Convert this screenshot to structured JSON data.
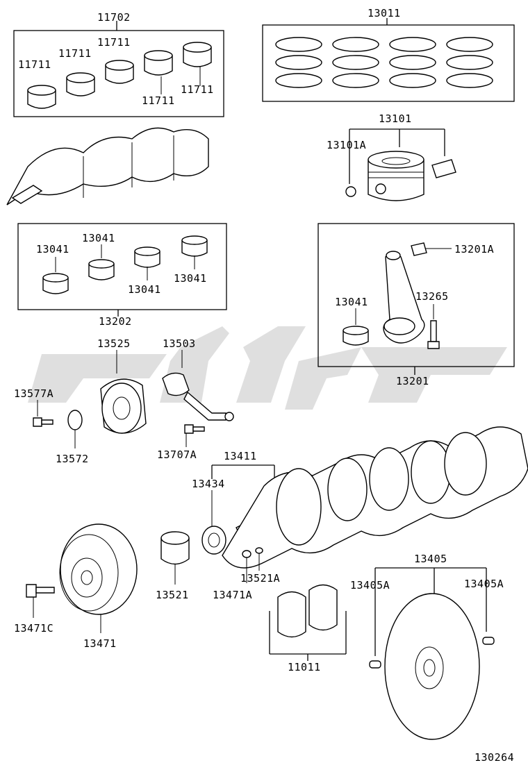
{
  "diagram_number": "130264",
  "labels": {
    "main_bearing_set": "11702",
    "main_bearing_1": "11711",
    "main_bearing_2": "11711",
    "main_bearing_3": "11711",
    "main_bearing_4": "11711",
    "main_bearing_5": "11711",
    "piston_ring_set": "13011",
    "piston_sub_assy": "13101",
    "piston_snap_ring": "13101A",
    "rod_bearing_1": "13041",
    "rod_bearing_2": "13041",
    "rod_bearing_3": "13041",
    "rod_bearing_4": "13041",
    "rod_bearing_set": "13202",
    "rod_bushing": "13201A",
    "rod_bearing_5": "13041",
    "rod_bolt": "13265",
    "connecting_rod": "13201",
    "balance_gear": "13525",
    "oil_nozzle": "13503",
    "bolt_13577a": "13577A",
    "plate_13572": "13572",
    "bolt_13707a": "13707A",
    "crankshaft": "13411",
    "gear_13434": "13434",
    "key_13521a": "13521A",
    "key_13471a": "13471A",
    "crank_gear": "13521",
    "bolt_13471c": "13471C",
    "crank_pulley": "13471",
    "drive_plate": "13405",
    "pin_left": "13405A",
    "pin_right": "13405A",
    "thrust_washer_set": "11011"
  }
}
